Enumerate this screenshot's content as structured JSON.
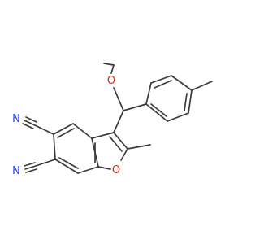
{
  "molecule": {
    "atoms": {
      "ome_o": "O",
      "ring_o": "O",
      "cn1_n": "N",
      "cn2_n": "N"
    },
    "colors": {
      "bond": "#3a3a3a",
      "oxygen": "#e0241b",
      "nitrogen": "#1f3cff"
    }
  }
}
